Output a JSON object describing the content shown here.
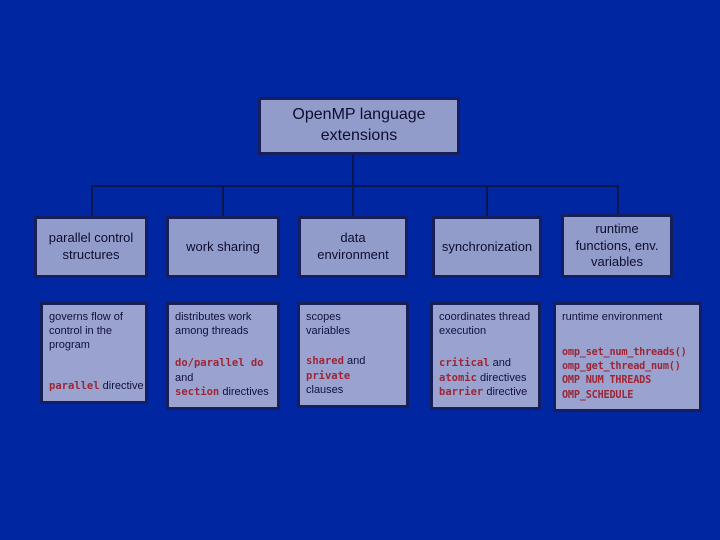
{
  "slide": {
    "background_color": "#0026a2",
    "box_fill_color": "#929cca",
    "box_border_color": "#161e5c",
    "code_text_color": "#9e2534",
    "body_text_color": "#10103a"
  },
  "root": {
    "label": "OpenMP language\nextensions"
  },
  "level2": [
    {
      "label": "parallel control\nstructures"
    },
    {
      "label": "work sharing"
    },
    {
      "label": "data\nenvironment"
    },
    {
      "label": "synchronization"
    },
    {
      "label": "runtime\nfunctions, env.\nvariables"
    }
  ],
  "level3": [
    {
      "desc": "governs flow of\ncontrol in the\nprogram",
      "lines": [
        {
          "code": "parallel",
          "text": " directive"
        }
      ]
    },
    {
      "desc": "distributes work\namong threads",
      "lines": [
        {
          "code": "do/parallel do",
          "text": ""
        },
        {
          "code": "",
          "text": "and"
        },
        {
          "code": "section",
          "text": " directives"
        }
      ]
    },
    {
      "desc": "scopes\nvariables",
      "lines": [
        {
          "code": "shared",
          "text": " and"
        },
        {
          "code": "private",
          "text": ""
        },
        {
          "code": "",
          "text": "clauses"
        }
      ]
    },
    {
      "desc": "coordinates thread\nexecution",
      "lines": [
        {
          "code": "critical",
          "text": " and"
        },
        {
          "code": "atomic",
          "text": " directives"
        },
        {
          "code": "barrier",
          "text": " directive"
        }
      ]
    },
    {
      "desc": "runtime environment",
      "lines": [
        {
          "code": "omp_set_num_threads()",
          "text": ""
        },
        {
          "code": "omp_get_thread_num()",
          "text": ""
        },
        {
          "code": "OMP NUM THREADS",
          "text": ""
        },
        {
          "code": "OMP_SCHEDULE",
          "text": ""
        }
      ]
    }
  ]
}
